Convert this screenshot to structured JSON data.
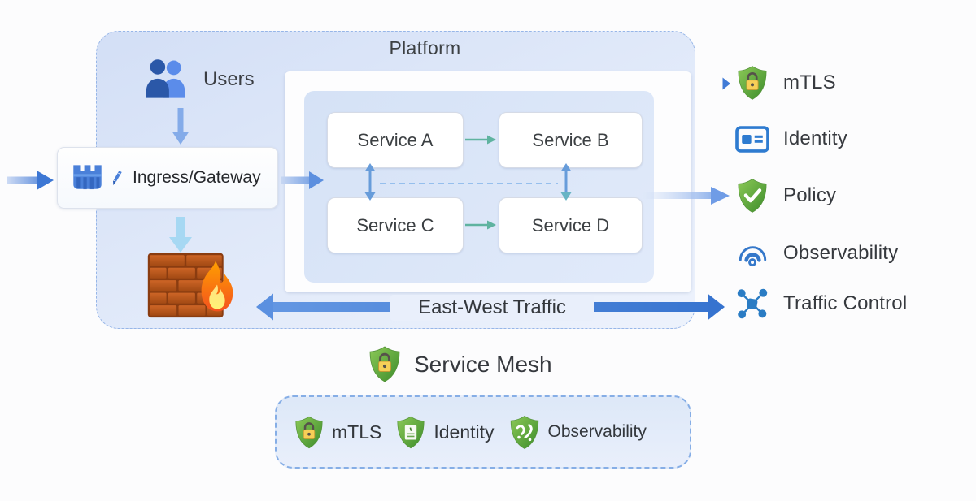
{
  "platform": {
    "title": "Platform"
  },
  "flow": {
    "users_label": "Users",
    "ingress_label": "Ingress/Gateway",
    "east_west_label": "East-West Traffic"
  },
  "services": {
    "a": "Service A",
    "b": "Service B",
    "c": "Service C",
    "d": "Service D"
  },
  "legend": {
    "items": [
      {
        "icon": "shield-lock-icon",
        "label": "mTLS"
      },
      {
        "icon": "id-card-icon",
        "label": "Identity"
      },
      {
        "icon": "shield-check-icon",
        "label": "Policy"
      },
      {
        "icon": "observability-icon",
        "label": "Observability"
      },
      {
        "icon": "traffic-control-icon",
        "label": "Traffic Control"
      }
    ]
  },
  "service_mesh": {
    "label": "Service Mesh"
  },
  "mesh_capabilities": {
    "items": [
      {
        "icon": "shield-lock-icon",
        "label": "mTLS"
      },
      {
        "icon": "shield-certificate-icon",
        "label": "Identity"
      },
      {
        "icon": "shield-telemetry-icon",
        "label": "Observability"
      }
    ]
  },
  "colors": {
    "platform_fill": "#dce6f8",
    "arrow_blue": "#4a82d9",
    "arrow_teal": "#5fb3a0",
    "arrow_light_cyan": "#a6d8f3",
    "shield_green": "#4f9c31",
    "lock_gold": "#f6cf57",
    "identity_blue": "#2e7bd0",
    "brick_orange": "#c05d20",
    "flame_orange": "#ff9800"
  }
}
